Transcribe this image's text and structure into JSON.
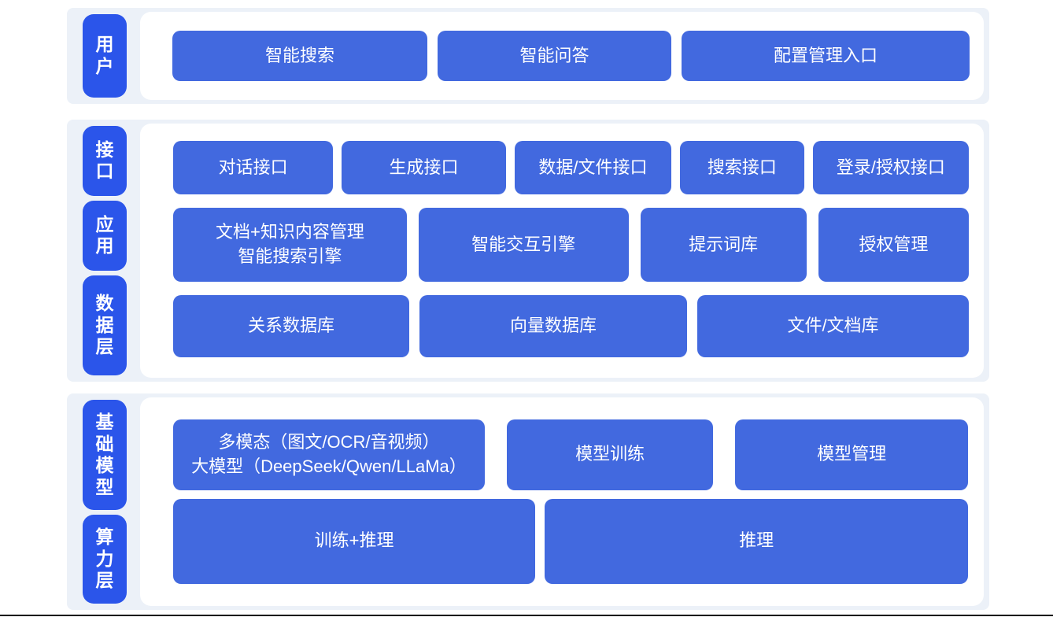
{
  "colors": {
    "tab_blue": "#2B55EA",
    "node_blue": "#4269DF",
    "panel_bg": "#ECF1F8",
    "inner_bg": "#FFFFFF"
  },
  "sections": [
    {
      "tabs": [
        "用户"
      ],
      "rows": [
        [
          "智能搜索",
          "智能问答",
          "配置管理入口"
        ]
      ]
    },
    {
      "tabs": [
        "接口",
        "应用",
        "数据层"
      ],
      "rows": [
        [
          "对话接口",
          "生成接口",
          "数据/文件接口",
          "搜索接口",
          "登录/授权接口"
        ],
        [
          "文档+知识内容管理\n智能搜索引擎",
          "智能交互引擎",
          "提示词库",
          "授权管理"
        ],
        [
          "关系数据库",
          "向量数据库",
          "文件/文档库"
        ]
      ]
    },
    {
      "tabs": [
        "基础模型",
        "算力层"
      ],
      "rows": [
        [
          "多模态（图文/OCR/音视频）\n大模型（DeepSeek/Qwen/LLaMa）",
          "模型训练",
          "模型管理"
        ],
        [
          "训练+推理",
          "推理"
        ]
      ]
    }
  ]
}
